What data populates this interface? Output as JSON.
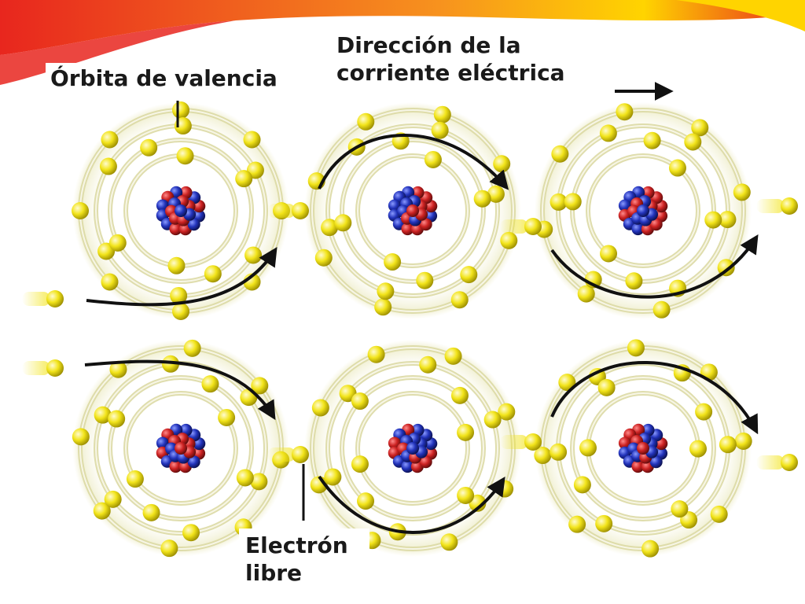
{
  "labels": {
    "valence_orbit": "Órbita de valencia",
    "current_direction_line1": "Dirección de la",
    "current_direction_line2": "corriente eléctrica",
    "free_electron_line1": "Electrón",
    "free_electron_line2": "libre"
  },
  "colors": {
    "electron": "#f2e41a",
    "proton": "#cc2222",
    "neutron": "#2233bb",
    "orbit": "#e6e2b2",
    "arrow": "#111111",
    "banner_red": "#e8261e",
    "banner_orange": "#f7931e",
    "banner_yellow": "#ffd400"
  },
  "atoms": [
    {
      "row": 1,
      "col": 1
    },
    {
      "row": 1,
      "col": 2
    },
    {
      "row": 1,
      "col": 3
    },
    {
      "row": 2,
      "col": 1
    },
    {
      "row": 2,
      "col": 2
    },
    {
      "row": 2,
      "col": 3
    }
  ]
}
